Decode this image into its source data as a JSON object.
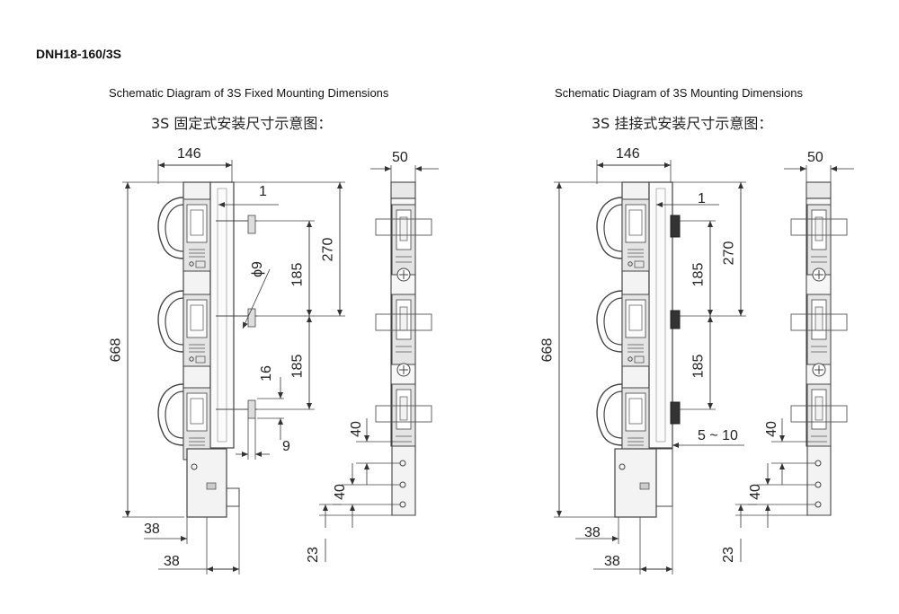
{
  "title": "DNH18-160/3S",
  "left": {
    "caption_en": "Schematic Diagram of 3S Fixed Mounting Dimensions",
    "caption_zh": "3S 固定式安装尺寸示意图：",
    "dims": {
      "width_top": "146",
      "depth_top": "50",
      "gap": "1",
      "height_total": "668",
      "span_270": "270",
      "pitch_a": "185",
      "pitch_b": "185",
      "hole_dia": "ϕ9",
      "offset_16": "16",
      "offset_9": "9",
      "bottom_38a": "38",
      "bottom_38b": "38",
      "side_40a": "40",
      "side_40b": "40",
      "side_23": "23"
    }
  },
  "right": {
    "caption_en": "Schematic Diagram of 3S Mounting Dimensions",
    "caption_zh": "3S 挂接式安装尺寸示意图：",
    "dims": {
      "width_top": "146",
      "depth_top": "50",
      "gap": "1",
      "height_total": "668",
      "span_270": "270",
      "pitch_a": "185",
      "pitch_b": "185",
      "range": "5 ~ 10",
      "bottom_38a": "38",
      "bottom_38b": "38",
      "side_40a": "40",
      "side_40b": "40",
      "side_23": "23"
    }
  }
}
